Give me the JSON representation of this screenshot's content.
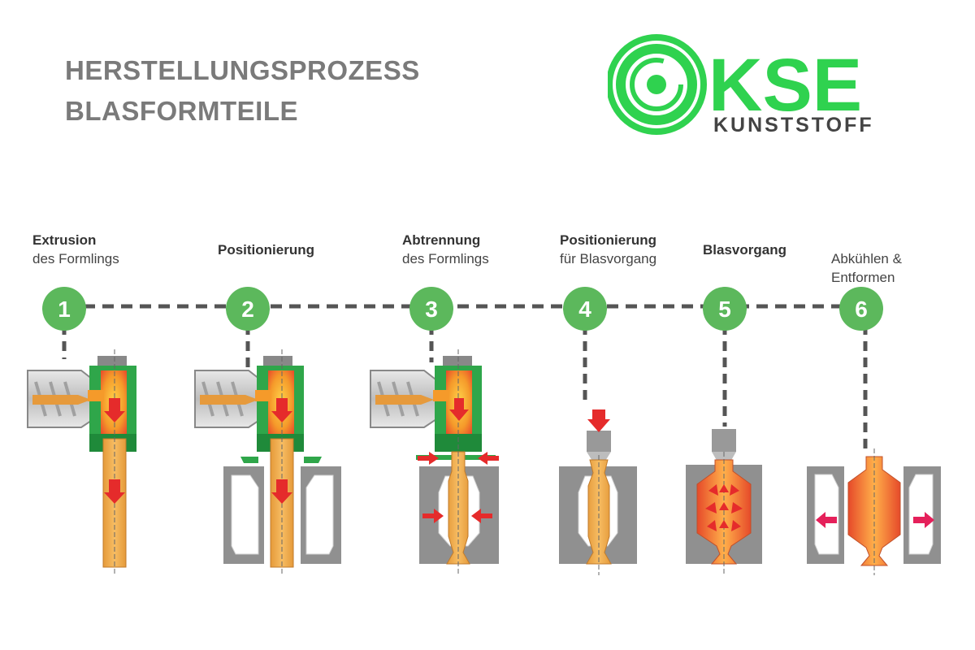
{
  "title": {
    "line1": "HERSTELLUNGSPROZESS",
    "line2": "BLASFORMTEILE"
  },
  "logo": {
    "main": "KSE",
    "sub": "KUNSTSTOFF",
    "color": "#2fd24f"
  },
  "colors": {
    "step_green": "#5cb85c",
    "mold_green": "#2fa64a",
    "mold_gray": "#888888",
    "parison_orange": "#f0a040",
    "arrow_red": "#e52b2b",
    "connector": "#555555"
  },
  "steps": [
    {
      "number": "1",
      "bold": "Extrusion",
      "normal": "des Formlings"
    },
    {
      "number": "2",
      "bold": "Positionierung",
      "normal": ""
    },
    {
      "number": "3",
      "bold": "Abtrennung",
      "normal": "des Formlings"
    },
    {
      "number": "4",
      "bold": "Positionierung",
      "normal": "für Blasvorgang"
    },
    {
      "number": "5",
      "bold": "Blasvorgang",
      "normal": ""
    },
    {
      "number": "6",
      "bold": "",
      "normal": "Abkühlen &\nEntformen"
    }
  ]
}
